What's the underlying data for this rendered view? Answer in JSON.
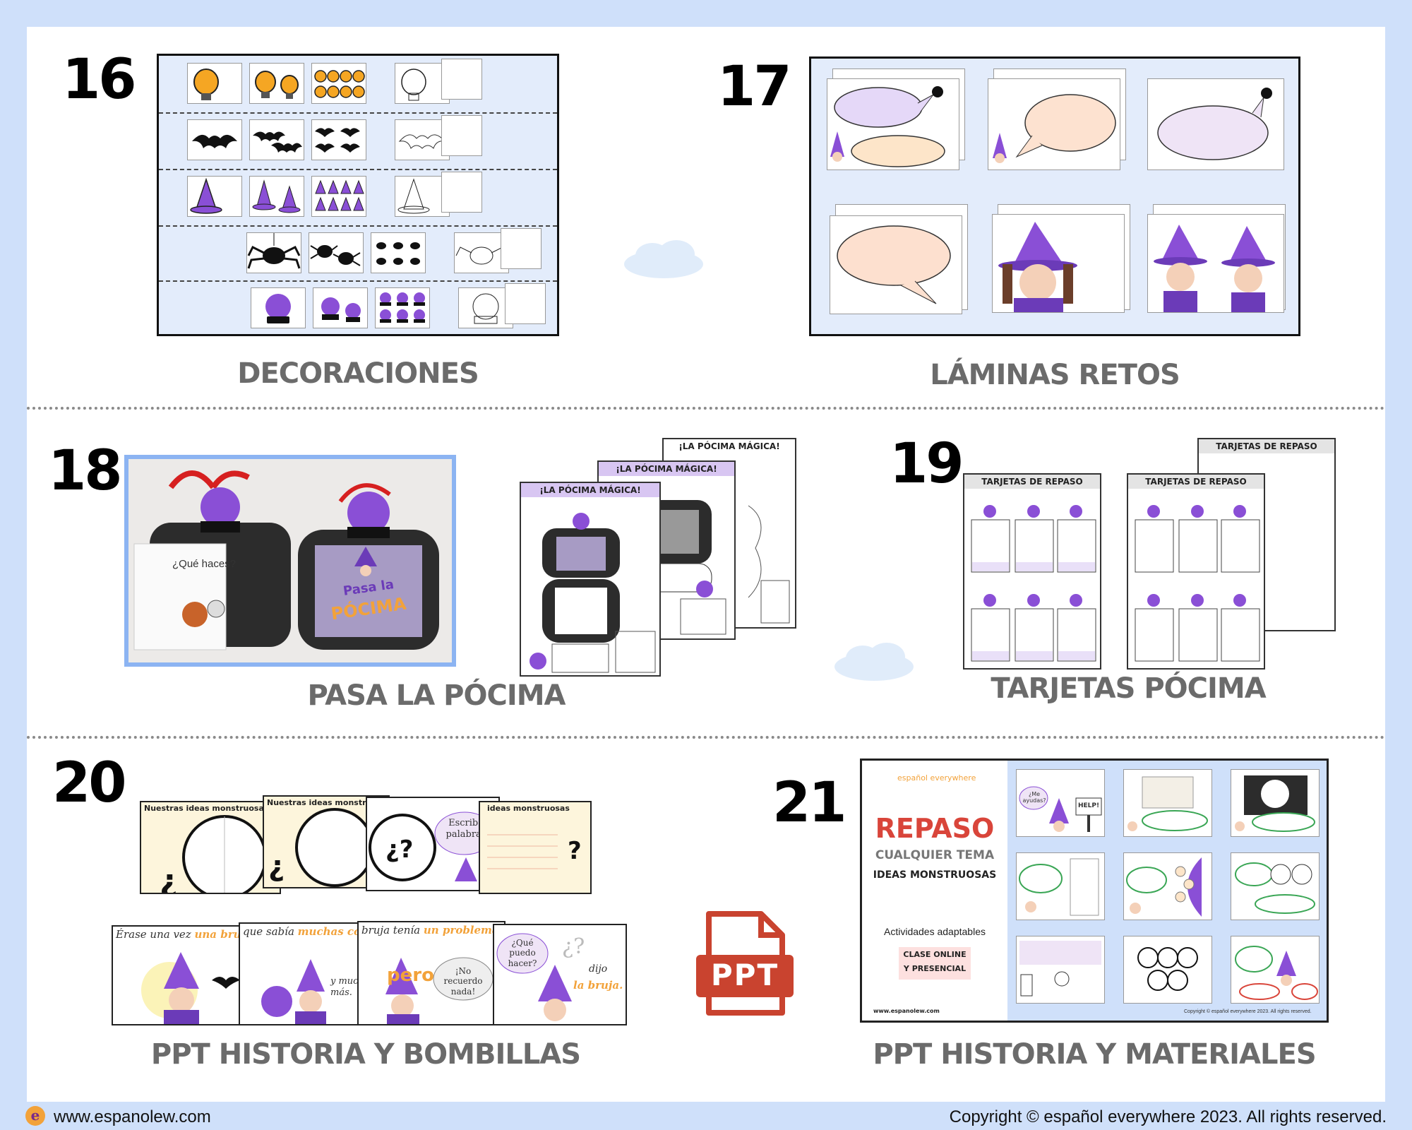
{
  "sections": [
    {
      "number": "16",
      "caption": "DECORACIONES"
    },
    {
      "number": "17",
      "caption": "LÁMINAS RETOS"
    },
    {
      "number": "18",
      "caption": "PASA LA PÓCIMA"
    },
    {
      "number": "19",
      "caption": "TARJETAS PÓCIMA"
    },
    {
      "number": "20",
      "caption": "PPT HISTORIA Y BOMBILLAS"
    },
    {
      "number": "21",
      "caption": "PPT HISTORIA Y MATERIALES"
    }
  ],
  "pocima": {
    "sheet_title": "¡LA PÓCIMA MÁGICA!",
    "card_question": "¿Qué haces?",
    "cover_line1": "Pasa la",
    "cover_line2": "PÓCIMA"
  },
  "tarjetas": {
    "sheet_title": "TARJETAS DE REPASO"
  },
  "ppt_slides": {
    "s1": "Nuestras ideas monstruosas",
    "s2": "Nuestras ideas monstruosas",
    "s3_bubble": "Escribe palabras",
    "s4": "ideas monstruosas",
    "s5_pre": "Érase una vez",
    "s5_hl": "una bruja",
    "s6_pre": "que sabía",
    "s6_hl": "muchas cosas.",
    "s6_more": "y mucho más.",
    "s7_pre": "bruja tenía",
    "s7_hl": "un problema.",
    "s7_pero": "pero",
    "s7_bubble": "¡No recuerdo nada!",
    "s8_bubble": "¿Qué puedo hacer?",
    "s8_side": "dijo",
    "s8_hl": "la bruja."
  },
  "ppt_icon_label": "PPT",
  "repaso": {
    "logo": "español everywhere",
    "title": "REPASO",
    "subtitle1": "CUALQUIER TEMA",
    "subtitle2": "IDEAS MONSTRUOSAS",
    "adaptable": "Actividades adaptables",
    "badge_line1": "CLASE ONLINE",
    "badge_line2": "Y PRESENCIAL",
    "website": "www.espanolew.com",
    "copyright_small": "Copyright © español everywhere 2023. All rights reserved.",
    "bubble_help": "HELP!",
    "bubble_ayuda": "¿Me ayudas?"
  },
  "footer": {
    "logo_letter": "e",
    "website": "www.espanolew.com",
    "copyright": "Copyright © español everywhere 2023. All rights reserved."
  },
  "colors": {
    "background": "#cfe0fa",
    "purple": "#8a4fd6",
    "orange": "#f2a23a",
    "caption_gray": "#6b6b6b",
    "repaso_red": "#d9453a",
    "ppt_red": "#c9432f"
  }
}
